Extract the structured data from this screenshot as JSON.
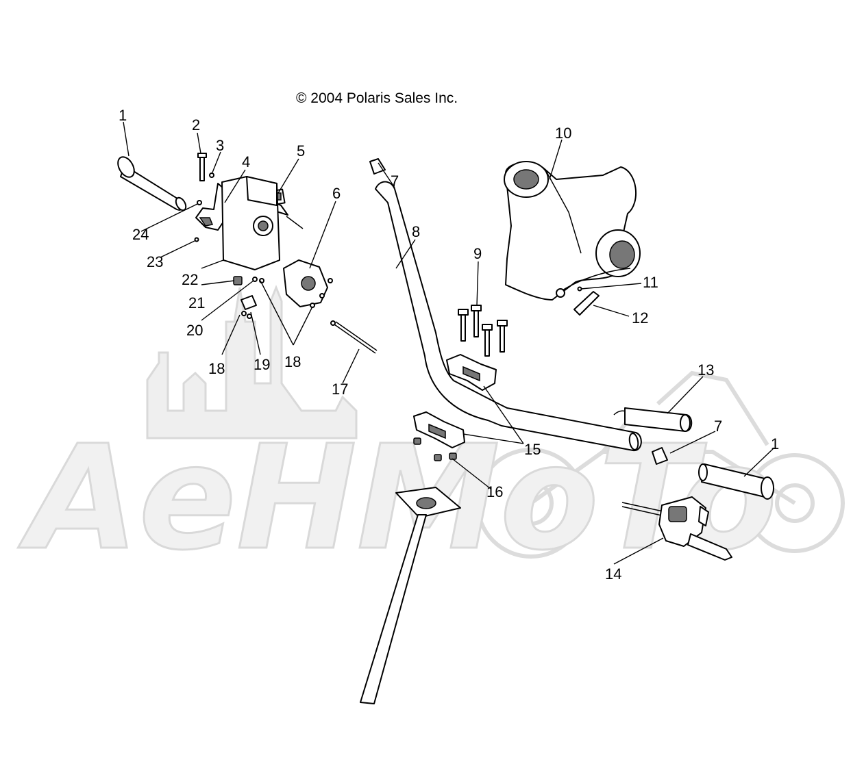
{
  "copyright": "© 2004 Polaris Sales Inc.",
  "watermark": "AeHMoTo",
  "labels": {
    "l1a": "1",
    "l2": "2",
    "l3": "3",
    "l4": "4",
    "l5": "5",
    "l6": "6",
    "l7a": "7",
    "l8": "8",
    "l9": "9",
    "l10": "10",
    "l11": "11",
    "l12": "12",
    "l13": "13",
    "l7b": "7",
    "l1b": "1",
    "l14": "14",
    "l15": "15",
    "l16": "16",
    "l17": "17",
    "l18a": "18",
    "l18b": "18",
    "l19": "19",
    "l20": "20",
    "l21": "21",
    "l22": "22",
    "l23": "23",
    "l24": "24"
  }
}
